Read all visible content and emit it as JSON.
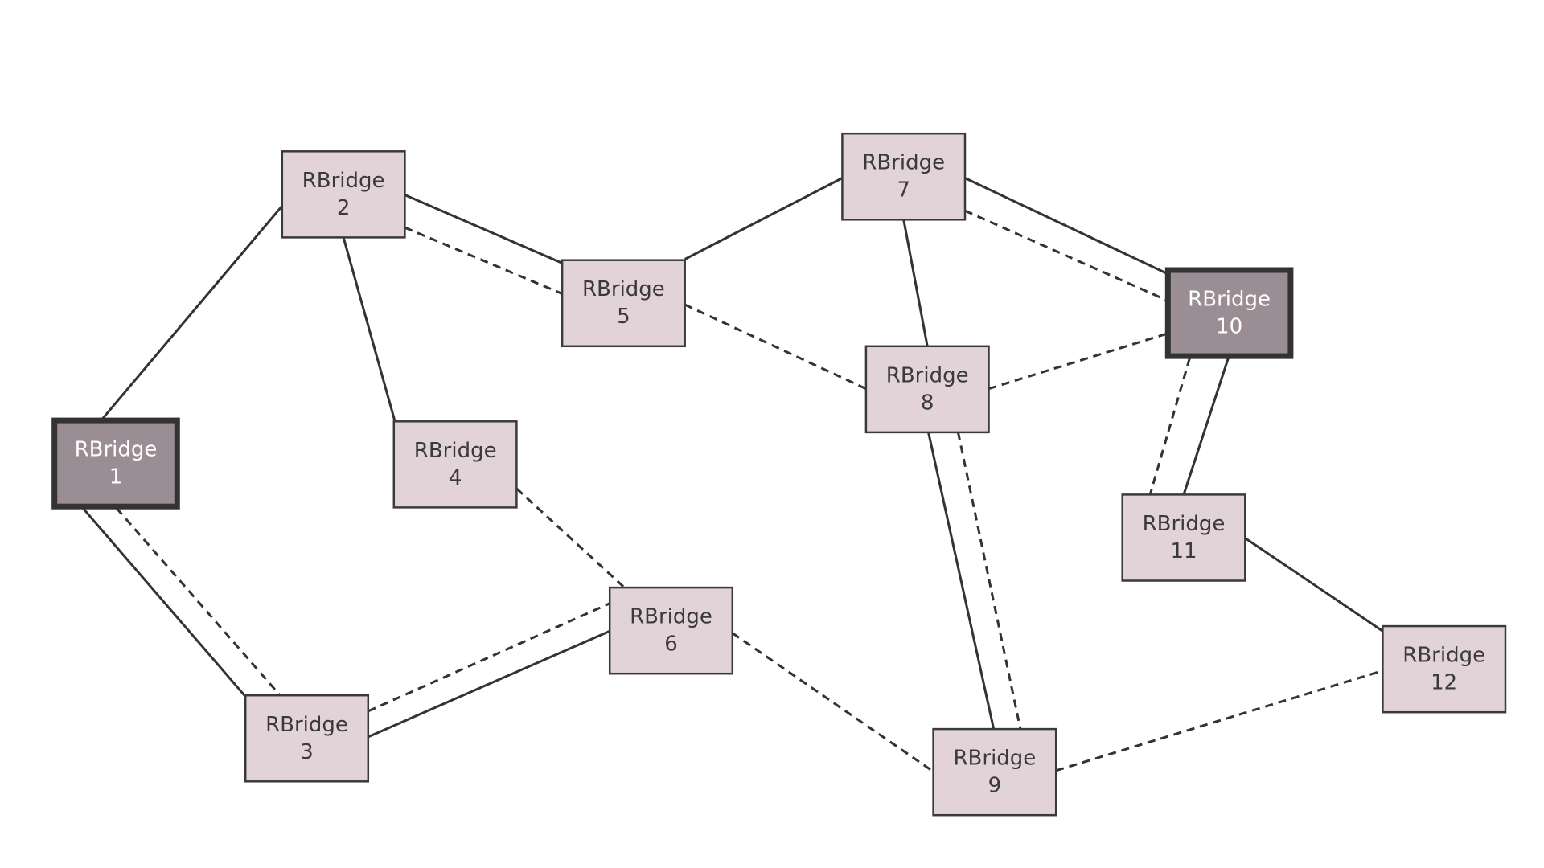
{
  "diagram": {
    "style": {
      "node_fill": "#e2d3d9",
      "node_stroke": "#3a3a3a",
      "node_text": "#3a3a3a",
      "highlight_fill": "#9a8d93",
      "highlight_stroke": "#333333",
      "highlight_text": "#ffffff",
      "edge_color": "#333333"
    },
    "nodes": [
      {
        "id": "n1",
        "name": "RBridge",
        "number": "1",
        "highlight": true
      },
      {
        "id": "n2",
        "name": "RBridge",
        "number": "2",
        "highlight": false
      },
      {
        "id": "n3",
        "name": "RBridge",
        "number": "3",
        "highlight": false
      },
      {
        "id": "n4",
        "name": "RBridge",
        "number": "4",
        "highlight": false
      },
      {
        "id": "n5",
        "name": "RBridge",
        "number": "5",
        "highlight": false
      },
      {
        "id": "n6",
        "name": "RBridge",
        "number": "6",
        "highlight": false
      },
      {
        "id": "n7",
        "name": "RBridge",
        "number": "7",
        "highlight": false
      },
      {
        "id": "n8",
        "name": "RBridge",
        "number": "8",
        "highlight": false
      },
      {
        "id": "n9",
        "name": "RBridge",
        "number": "9",
        "highlight": false
      },
      {
        "id": "n10",
        "name": "RBridge",
        "number": "10",
        "highlight": true
      },
      {
        "id": "n11",
        "name": "RBridge",
        "number": "11",
        "highlight": false
      },
      {
        "id": "n12",
        "name": "RBridge",
        "number": "12",
        "highlight": false
      }
    ],
    "edges": [
      {
        "from": "n1",
        "to": "n2",
        "style": "solid"
      },
      {
        "from": "n1",
        "to": "n3",
        "style": "solid"
      },
      {
        "from": "n1",
        "to": "n3",
        "style": "dashed"
      },
      {
        "from": "n2",
        "to": "n4",
        "style": "solid"
      },
      {
        "from": "n2",
        "to": "n5",
        "style": "solid"
      },
      {
        "from": "n2",
        "to": "n5",
        "style": "dashed"
      },
      {
        "from": "n3",
        "to": "n6",
        "style": "solid"
      },
      {
        "from": "n3",
        "to": "n6",
        "style": "dashed"
      },
      {
        "from": "n4",
        "to": "n6",
        "style": "dashed"
      },
      {
        "from": "n5",
        "to": "n7",
        "style": "solid"
      },
      {
        "from": "n5",
        "to": "n8",
        "style": "dashed"
      },
      {
        "from": "n6",
        "to": "n9",
        "style": "dashed"
      },
      {
        "from": "n7",
        "to": "n8",
        "style": "solid"
      },
      {
        "from": "n7",
        "to": "n10",
        "style": "solid"
      },
      {
        "from": "n7",
        "to": "n10",
        "style": "dashed"
      },
      {
        "from": "n8",
        "to": "n9",
        "style": "solid"
      },
      {
        "from": "n8",
        "to": "n9",
        "style": "dashed"
      },
      {
        "from": "n8",
        "to": "n10",
        "style": "dashed"
      },
      {
        "from": "n10",
        "to": "n11",
        "style": "solid"
      },
      {
        "from": "n10",
        "to": "n11",
        "style": "dashed"
      },
      {
        "from": "n11",
        "to": "n12",
        "style": "solid"
      },
      {
        "from": "n9",
        "to": "n12",
        "style": "dashed"
      }
    ]
  }
}
